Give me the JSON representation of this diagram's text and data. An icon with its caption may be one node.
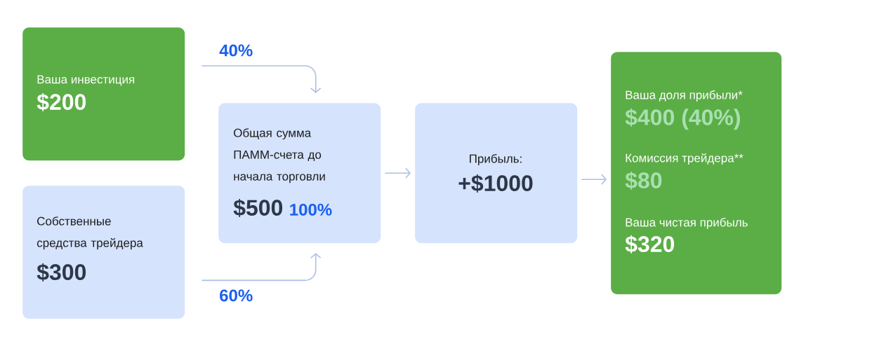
{
  "diagram": {
    "nodes": [
      {
        "text": [
          "Ваша инвестиция",
          "$200"
        ]
      },
      {
        "text": [
          "Собственные средства трейдера",
          "$300"
        ]
      },
      {
        "text": [
          "Общая сумма ПАММ-счета до начала торговли",
          "$500",
          "100%"
        ]
      },
      {
        "text": [
          "Прибыль:",
          "+$1000"
        ]
      },
      {
        "text": [
          "Ваша доля прибыли*",
          "$400 (40%)",
          "Комиссия трейдера**",
          "$80",
          "Ваша чистая прибыль",
          "$320"
        ]
      }
    ],
    "edges": [
      {
        "from": 0,
        "to": 2,
        "arrow": "to",
        "label": "40%"
      },
      {
        "from": 1,
        "to": 2,
        "arrow": "to",
        "label": "60%"
      },
      {
        "from": 2,
        "to": 3,
        "arrow": "to"
      },
      {
        "from": 3,
        "to": 4,
        "arrow": "to"
      }
    ]
  }
}
